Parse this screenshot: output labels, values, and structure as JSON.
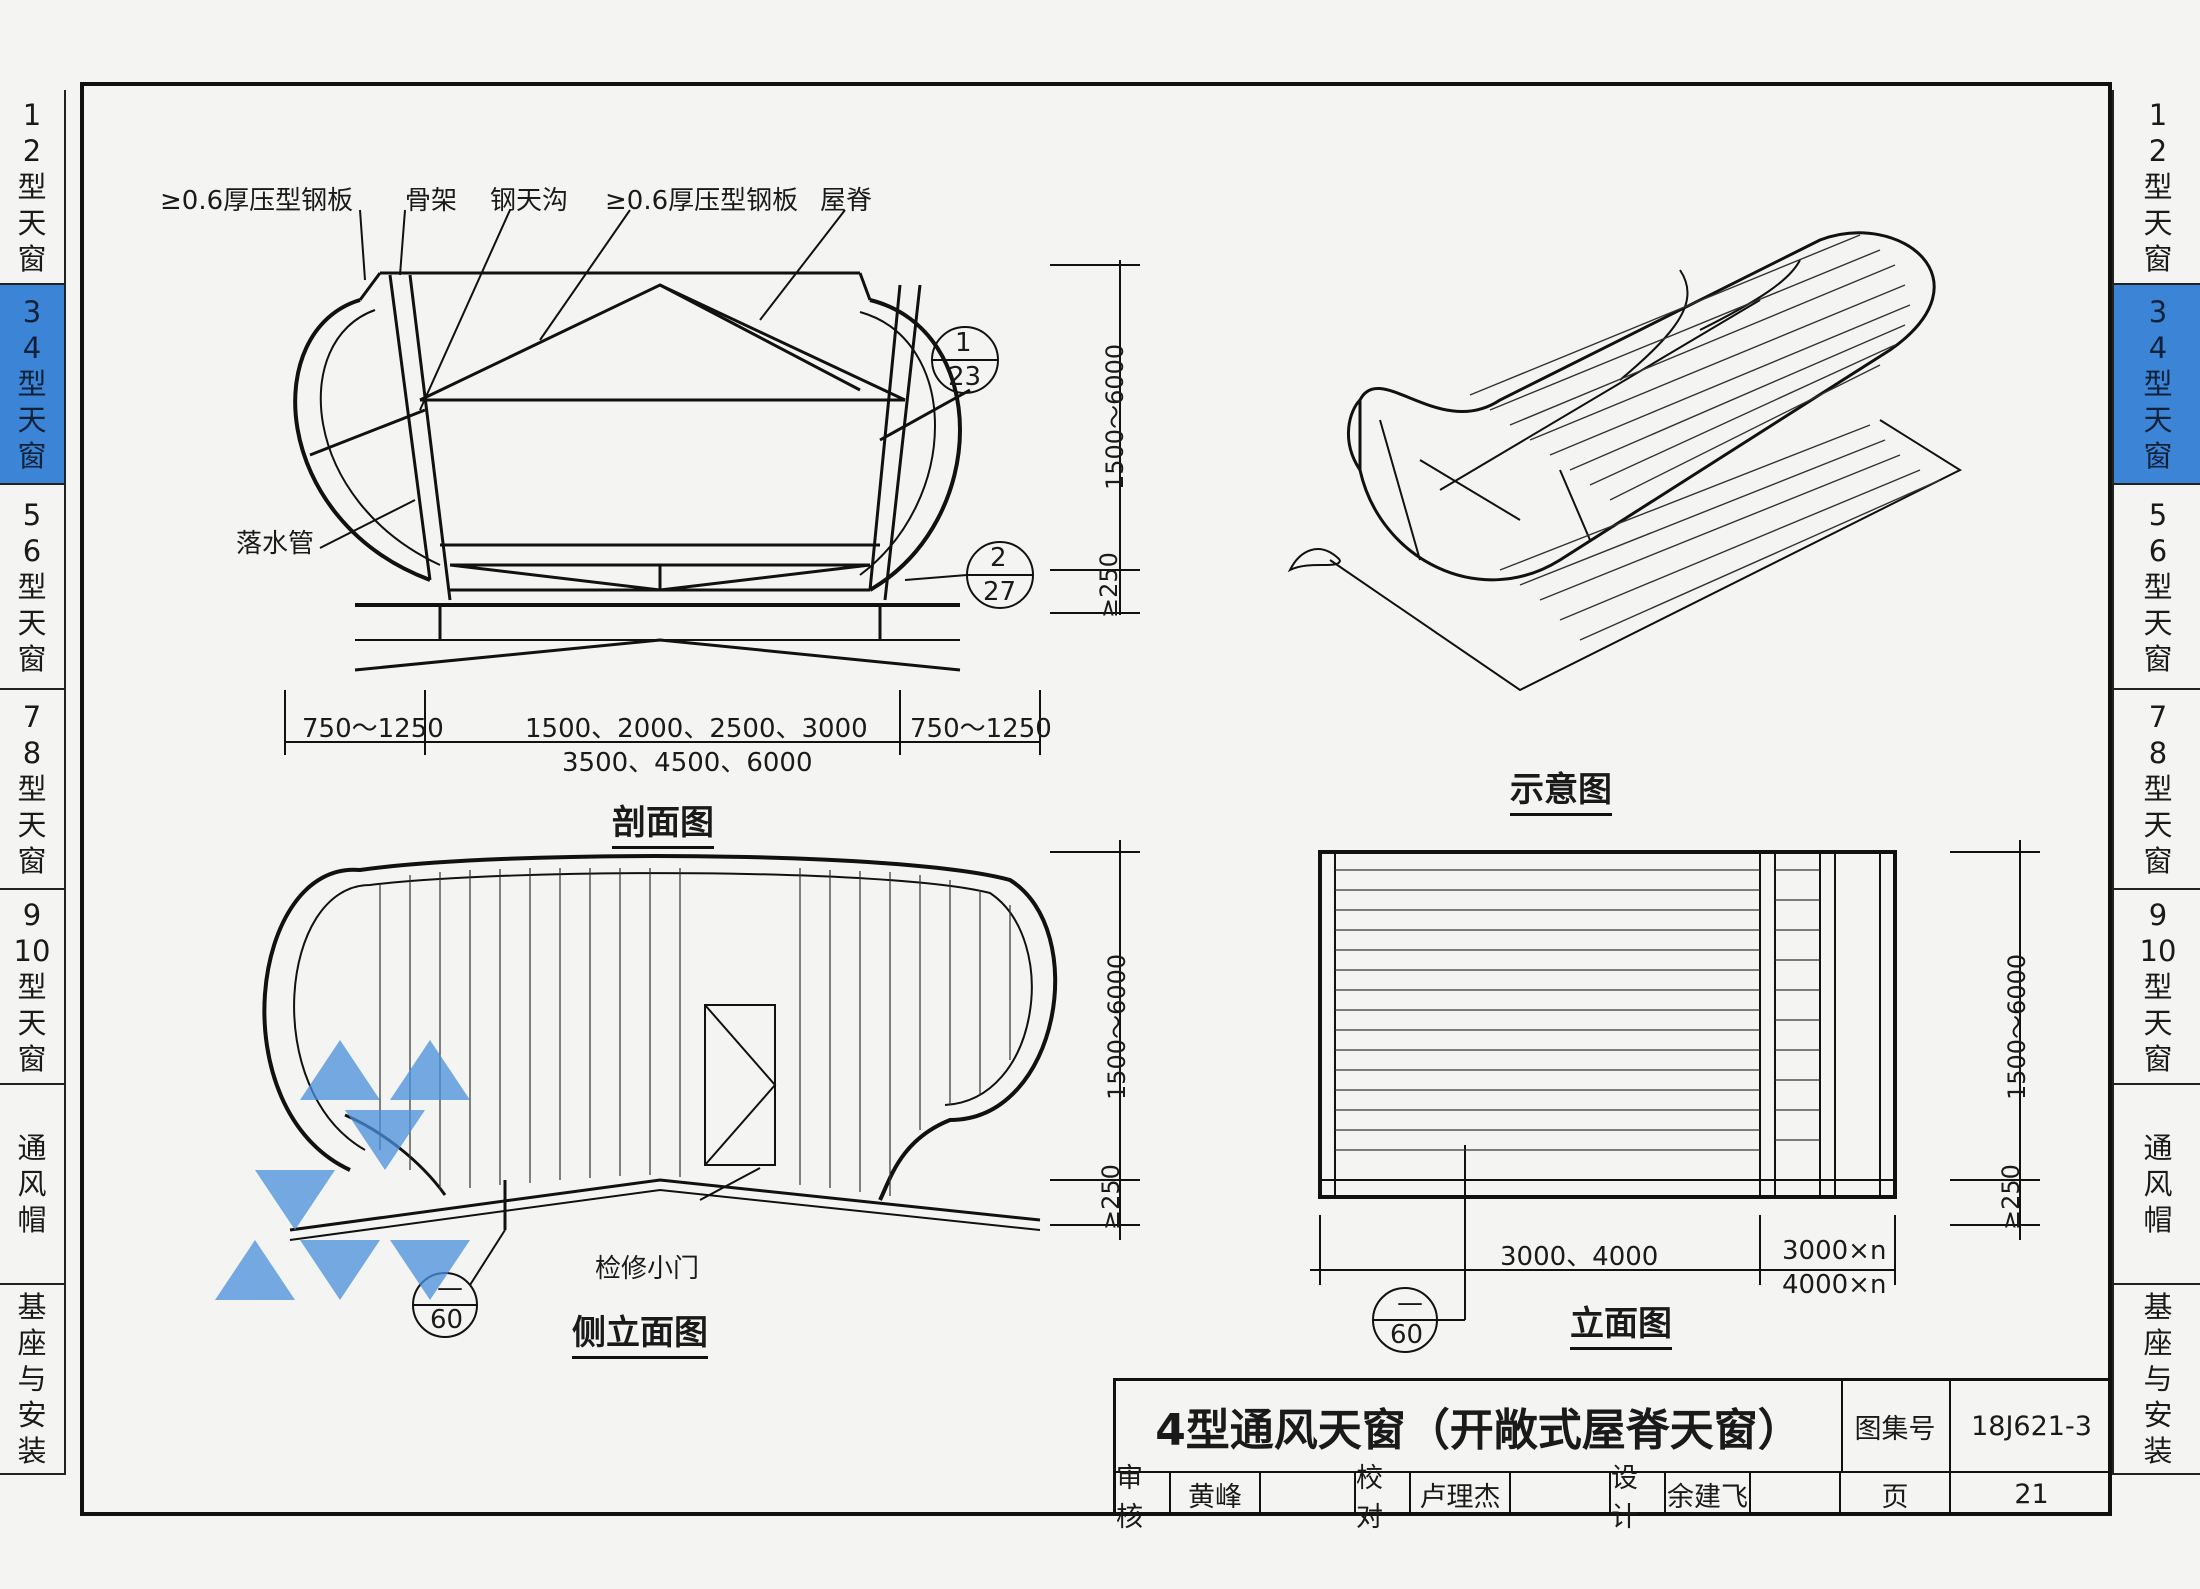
{
  "side_tabs": [
    {
      "lines": [
        "1",
        "2",
        "型",
        "天",
        "窗"
      ]
    },
    {
      "lines": [
        "3",
        "4",
        "型",
        "天",
        "窗"
      ],
      "active": true
    },
    {
      "lines": [
        "5",
        "6",
        "型",
        "天",
        "窗"
      ]
    },
    {
      "lines": [
        "7",
        "8",
        "型",
        "天",
        "窗"
      ]
    },
    {
      "lines": [
        "9",
        "10",
        "型",
        "天",
        "窗"
      ]
    },
    {
      "lines": [
        "通",
        "风",
        "帽"
      ]
    },
    {
      "lines": [
        "基",
        "座",
        "与",
        "安",
        "装"
      ]
    }
  ],
  "section": {
    "caption": "剖面图",
    "labels": {
      "steel_plate_left": "≥0.6厚压型钢板",
      "frame": "骨架",
      "gutter": "钢天沟",
      "steel_plate_right": "≥0.6厚压型钢板",
      "ridge": "屋脊",
      "downpipe": "落水管"
    },
    "dims": {
      "height": "1500～6000",
      "base": "≥250",
      "left_span": "750～1250",
      "middle_span": "1500、2000、2500、3000",
      "right_span": "750～1250",
      "total": "3500、4500、6000"
    },
    "ref1": {
      "top": "1",
      "bottom": "23"
    },
    "ref2": {
      "top": "2",
      "bottom": "27"
    }
  },
  "schematic": {
    "caption": "示意图"
  },
  "side_elevation": {
    "caption": "侧立面图",
    "labels": {
      "door": "检修小门"
    },
    "dims": {
      "height": "1500～6000",
      "base": "≥250"
    },
    "ref": {
      "top": "—",
      "bottom": "60"
    }
  },
  "elevation": {
    "caption": "立面图",
    "dims": {
      "height": "1500～6000",
      "base": "≥250",
      "width": "3000、4000",
      "repeat1": "3000×n",
      "repeat2": "4000×n"
    },
    "ref": {
      "top": "—",
      "bottom": "60"
    }
  },
  "title_block": {
    "title": "4型通风天窗（开敞式屋脊天窗）",
    "atlas_label": "图集号",
    "atlas_no": "18J621-3",
    "review_label": "审核",
    "reviewer": "黄峰",
    "check_label": "校对",
    "checker": "卢理杰",
    "design_label": "设计",
    "designer": "余建飞",
    "page_label": "页",
    "page_no": "21"
  }
}
